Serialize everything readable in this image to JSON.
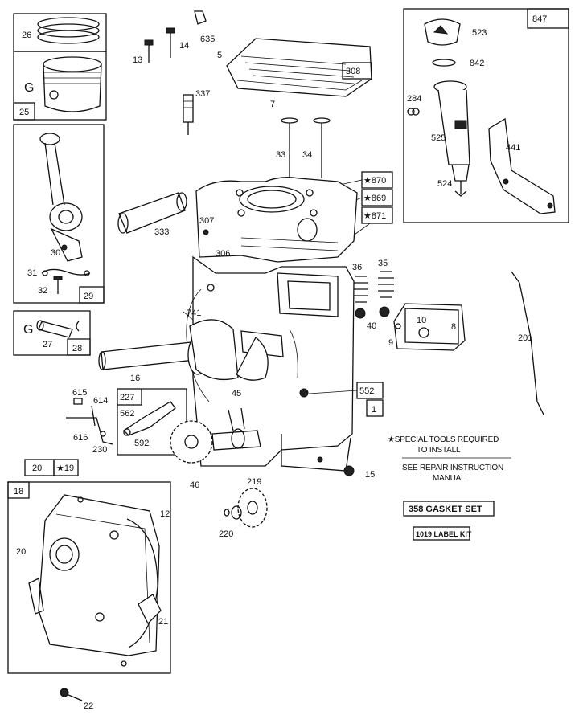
{
  "parts": {
    "p26": "26",
    "p25": "25",
    "p13": "13",
    "p14": "14",
    "p635": "635",
    "p5": "5",
    "p308": "308",
    "p7": "7",
    "p337": "337",
    "p847": "847",
    "p523": "523",
    "p842": "842",
    "p284": "284",
    "p525": "525",
    "p441": "441",
    "p524": "524",
    "p30": "30",
    "p31": "31",
    "p32": "32",
    "p29": "29",
    "p33": "33",
    "p34": "34",
    "p870": "★870",
    "p869": "★869",
    "p871": "★871",
    "p333": "333",
    "p307": "307",
    "p306": "306",
    "p36": "36",
    "p35": "35",
    "p27": "27",
    "p28": "28",
    "p741": "741",
    "p40": "40",
    "p10": "10",
    "p8": "8",
    "p9": "9",
    "p201": "201",
    "p16": "16",
    "p615": "615",
    "p614": "614",
    "p227": "227",
    "p45": "45",
    "p562": "562",
    "p552": "552",
    "p1": "1",
    "p616": "616",
    "p230": "230",
    "p592": "592",
    "p20box": "20",
    "p19": "★19",
    "p18": "18",
    "p12": "12",
    "p46": "46",
    "p219": "219",
    "p15": "15",
    "p220": "220",
    "p20": "20",
    "p21": "21",
    "p22": "22",
    "g_piston": "G",
    "g_pin": "G"
  },
  "notes": {
    "special_tools_1": "★SPECIAL TOOLS REQUIRED",
    "special_tools_2": "TO INSTALL",
    "repair_1": "SEE REPAIR INSTRUCTION",
    "repair_2": "MANUAL",
    "gasket_set": "358 GASKET SET",
    "label_kit": "1019 LABEL KIT"
  }
}
